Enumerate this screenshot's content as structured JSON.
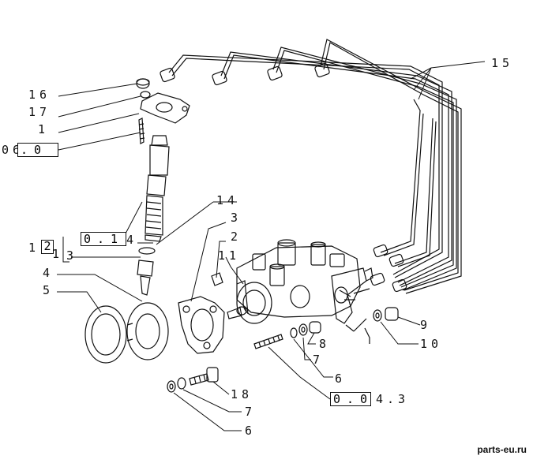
{
  "labels": {
    "l16": "16",
    "l17": "17",
    "l1": "1",
    "l06": "06",
    "l06b": ".0",
    "l14": "14",
    "l12a": "1",
    "l12b": "2",
    "l01": "0.1",
    "l01b": "4",
    "l13": "3",
    "l13b": "1",
    "l4": "4",
    "l5": "5",
    "l3": "3",
    "l2": "2",
    "l11": "11",
    "l15": "15",
    "l9": "9",
    "l10": "10",
    "l8a": "8",
    "l7a": "7",
    "l6a": "6",
    "l004": "0.0",
    "l004b": "4.3",
    "l18": "18",
    "l7b": "7",
    "l6b": "6"
  },
  "watermark": "parts-eu.ru"
}
